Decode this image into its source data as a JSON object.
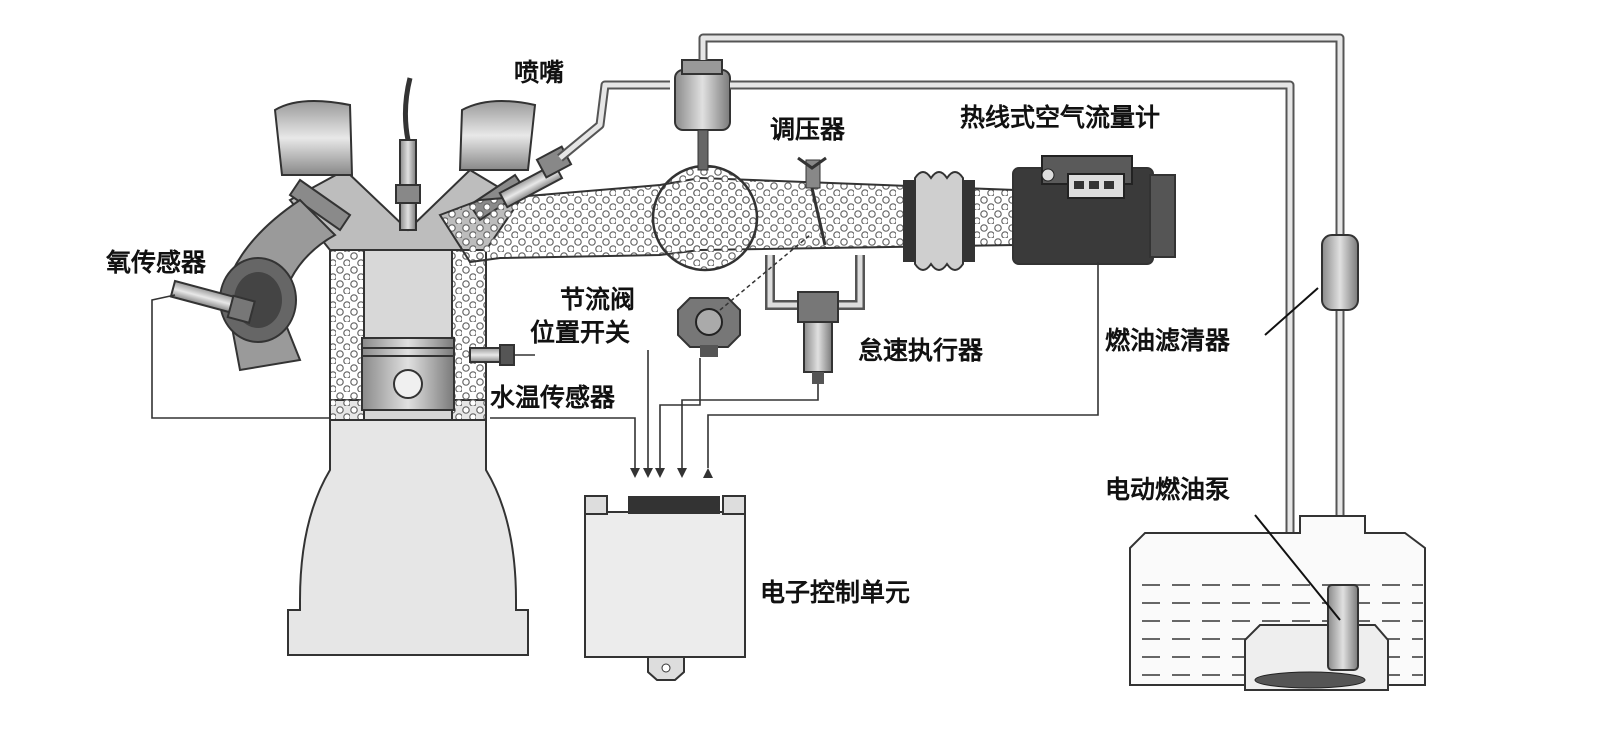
{
  "labels": {
    "injector": "喷嘴",
    "pressure_regulator": "调压器",
    "hot_wire_maf": "热线式空气流量计",
    "oxygen_sensor": "氧传感器",
    "throttle_switch_line1": "节流阀",
    "throttle_switch_line2": "位置开关",
    "idle_actuator": "怠速执行器",
    "fuel_filter": "燃油滤清器",
    "coolant_sensor": "水温传感器",
    "electric_fuel_pump": "电动燃油泵",
    "ecu": "电子控制单元"
  },
  "colors": {
    "line": "#333333",
    "metal_dark": "#555555",
    "metal_light": "#d9d9d9",
    "air_dots": "#777777",
    "fuel": "#f2f2f2"
  }
}
